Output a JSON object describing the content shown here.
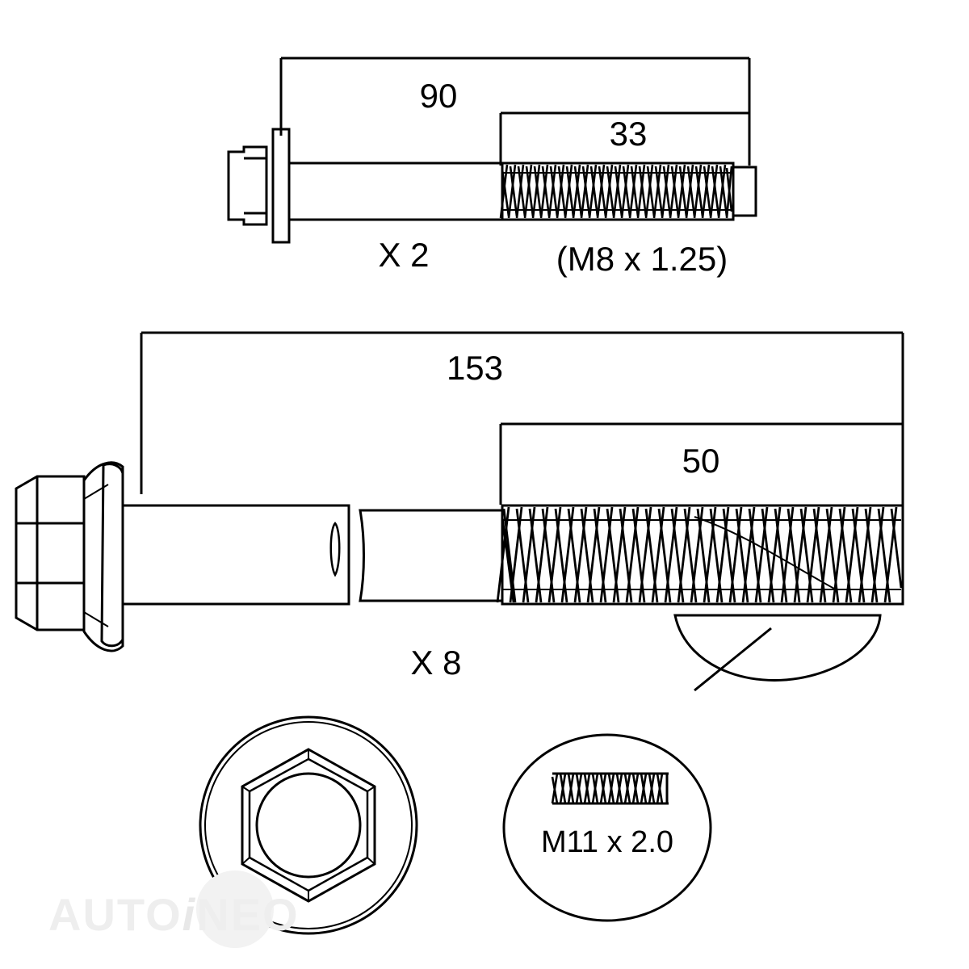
{
  "diagram": {
    "title": "Cylinder head bolt set dimensional drawing",
    "background_color": "#ffffff",
    "line_color": "#000000",
    "bolts": [
      {
        "id": "bolt-small",
        "overall_length_label": "90",
        "thread_length_label": "33",
        "quantity_label": "X 2",
        "thread_spec_label": "(M8 x 1.25)"
      },
      {
        "id": "bolt-large",
        "overall_length_label": "153",
        "thread_length_label": "50",
        "quantity_label": "X 8",
        "callout_label": "M11 x 2.0"
      }
    ],
    "head_view": {
      "id": "hex-head-end-view",
      "description": "End view of flanged hex bolt head"
    },
    "watermark": {
      "text_before": "AUTO",
      "text_italic": "i",
      "text_after": "NEO",
      "color": "#eeeeee"
    }
  }
}
